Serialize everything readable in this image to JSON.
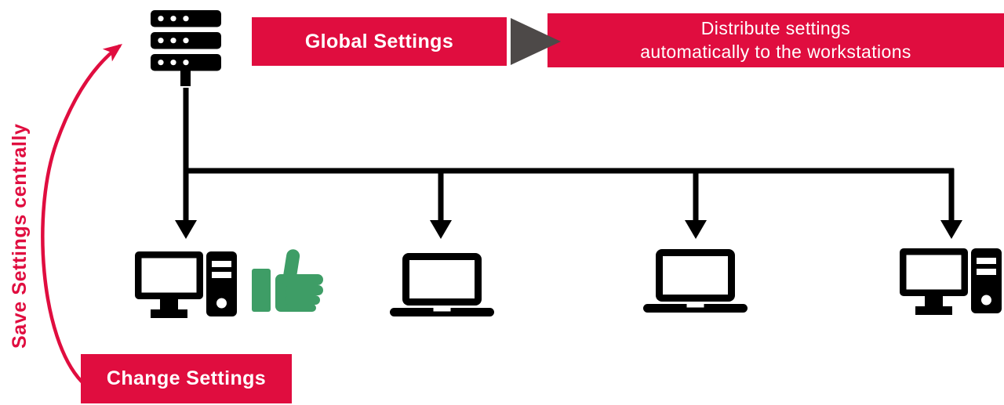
{
  "colors": {
    "accent": "#E00D3F",
    "triangle_gray": "#4D4948",
    "thumbs_up_green": "#3E9D66",
    "icon_black": "#000000",
    "label_white": "#FFFFFF"
  },
  "labels": {
    "global_settings": "Global Settings",
    "distribute_line1": "Distribute settings",
    "distribute_line2": "automatically to the workstations",
    "save_settings_centrally": "Save Settings centrally",
    "change_settings": "Change Settings"
  },
  "icons": {
    "server": "server-icon",
    "desktop_workstation": "desktop-workstation-icon",
    "laptop_workstation": "laptop-workstation-icon",
    "thumbs_up": "thumbs-up-icon",
    "flow_triangle": "right-triangle-arrow-icon",
    "distribution_arrows": "down-arrow-icon",
    "feedback_curve": "curved-arrow-icon"
  },
  "workstations": [
    {
      "type": "desktop"
    },
    {
      "type": "laptop"
    },
    {
      "type": "laptop"
    },
    {
      "type": "desktop"
    }
  ]
}
